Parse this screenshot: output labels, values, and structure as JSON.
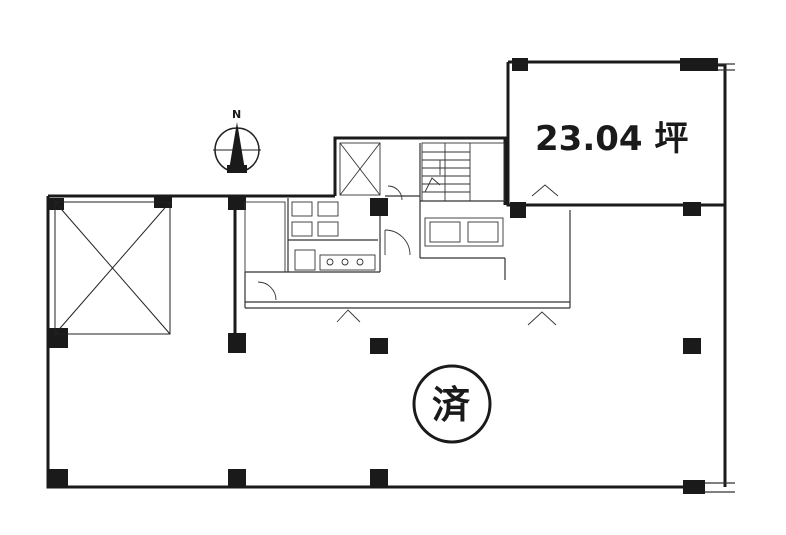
{
  "area_label": "23.04 坪",
  "stamp": "済",
  "north": "N",
  "void_label": "",
  "corridor_label": ""
}
